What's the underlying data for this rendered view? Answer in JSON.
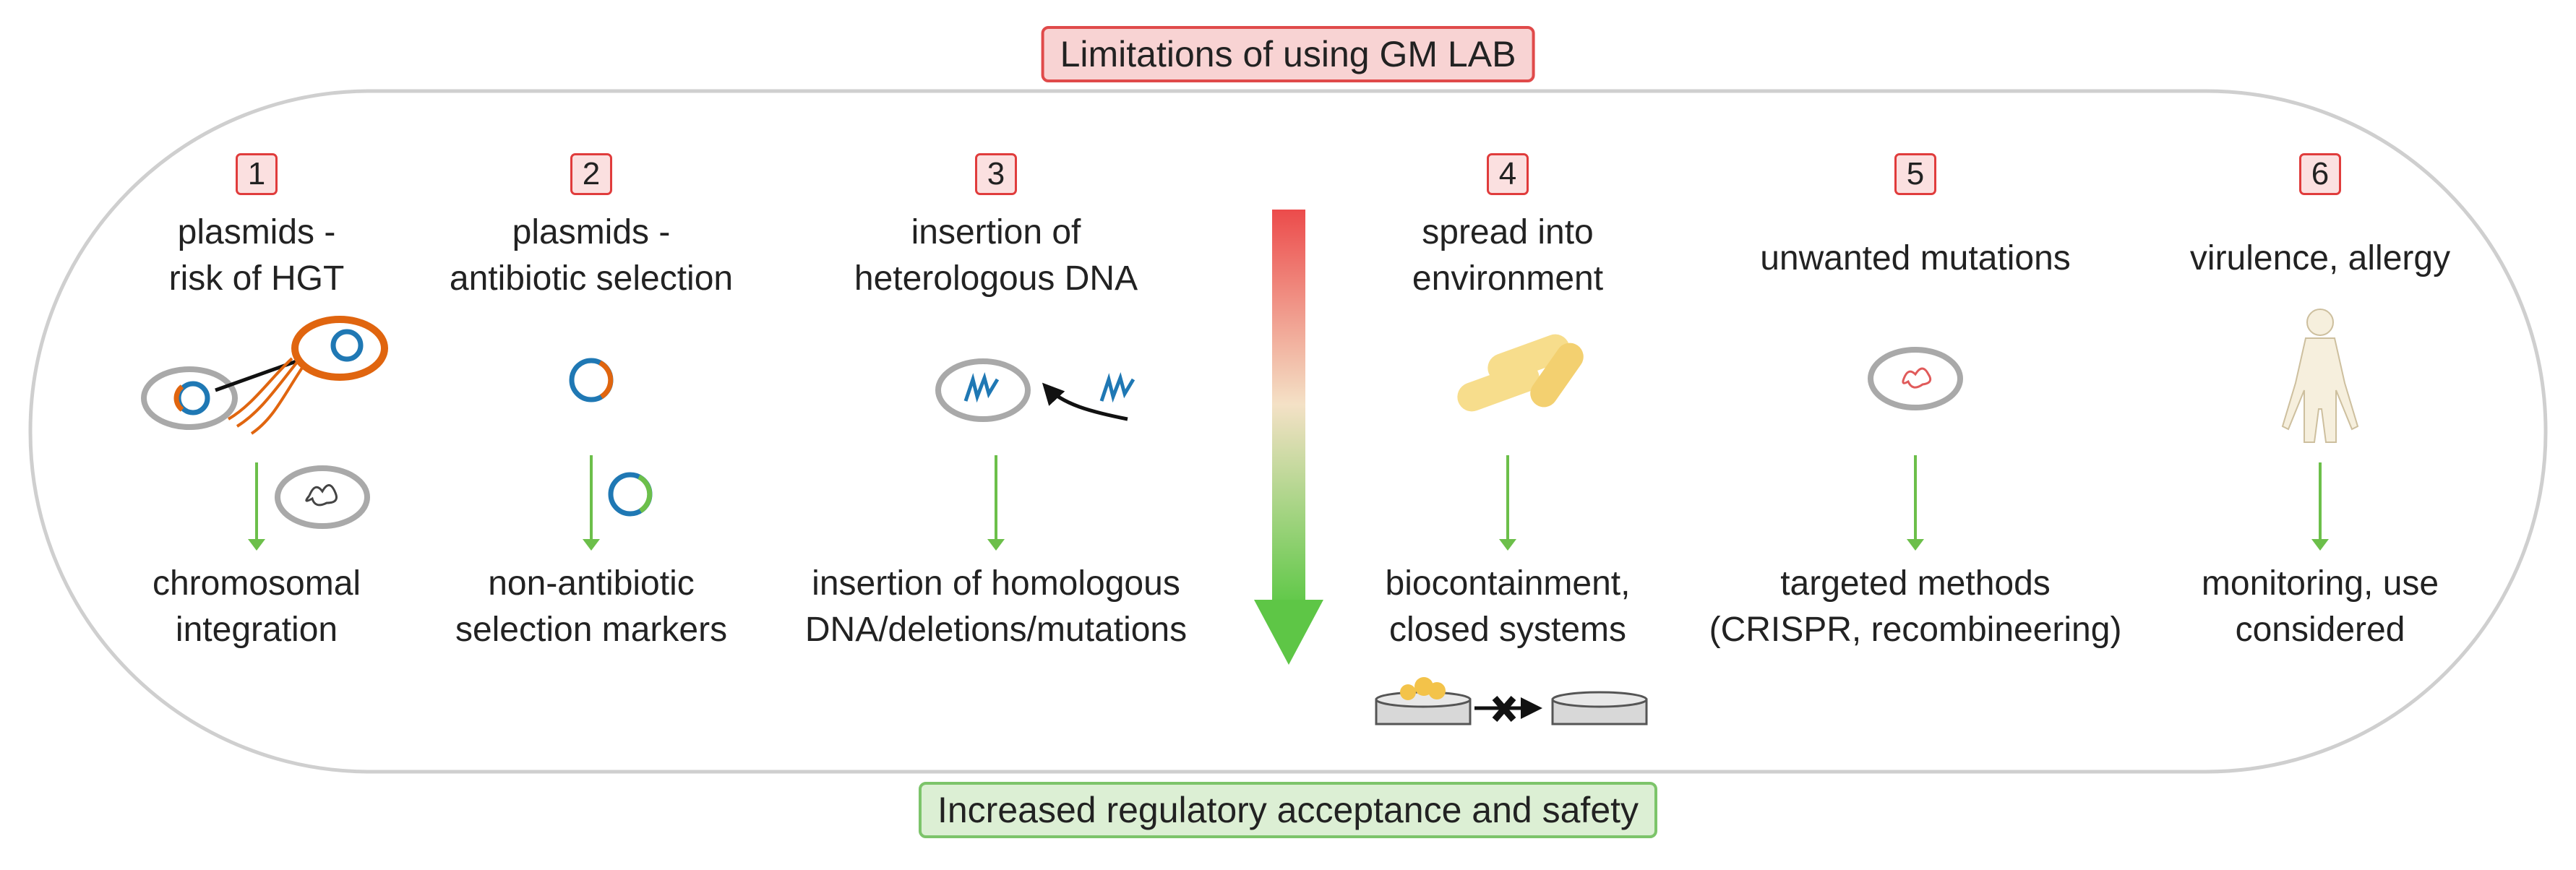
{
  "top_banner": "Limitations of using GM LAB",
  "bottom_banner": "Increased regulatory acceptance and safety",
  "items": [
    {
      "number": "1",
      "problem": [
        "plasmids -",
        "risk of HGT"
      ],
      "solution": [
        "chromosomal",
        "integration"
      ]
    },
    {
      "number": "2",
      "problem": [
        "plasmids -",
        "antibiotic selection"
      ],
      "solution": [
        "non-antibiotic",
        "selection markers"
      ]
    },
    {
      "number": "3",
      "problem": [
        "insertion of",
        "heterologous DNA"
      ],
      "solution": [
        "insertion of homologous",
        "DNA/deletions/mutations"
      ]
    },
    {
      "number": "4",
      "problem": [
        "spread into",
        "environment"
      ],
      "solution": [
        "biocontainment,",
        "closed systems"
      ]
    },
    {
      "number": "5",
      "problem": [
        "unwanted mutations"
      ],
      "solution": [
        "targeted methods",
        "(CRISPR, recombineering)"
      ]
    },
    {
      "number": "6",
      "problem": [
        "virulence, allergy"
      ],
      "solution": [
        "monitoring, use",
        "considered"
      ]
    }
  ],
  "colors": {
    "red": "#e04a4a",
    "green": "#6cbf4a",
    "orange": "#e0650f",
    "blue": "#1f78b4",
    "cell_border": "#a9a9a9",
    "lab_yellow": "#f7dd8c"
  },
  "icons": [
    "bacterium-cell-icon",
    "conjugation-arrow-icon",
    "plasmid-icon",
    "dna-fragment-icon",
    "rod-bacteria-icon",
    "petri-dish-icon",
    "cross-icon",
    "human-body-icon",
    "down-arrow-icon",
    "gradient-arrow-icon"
  ]
}
